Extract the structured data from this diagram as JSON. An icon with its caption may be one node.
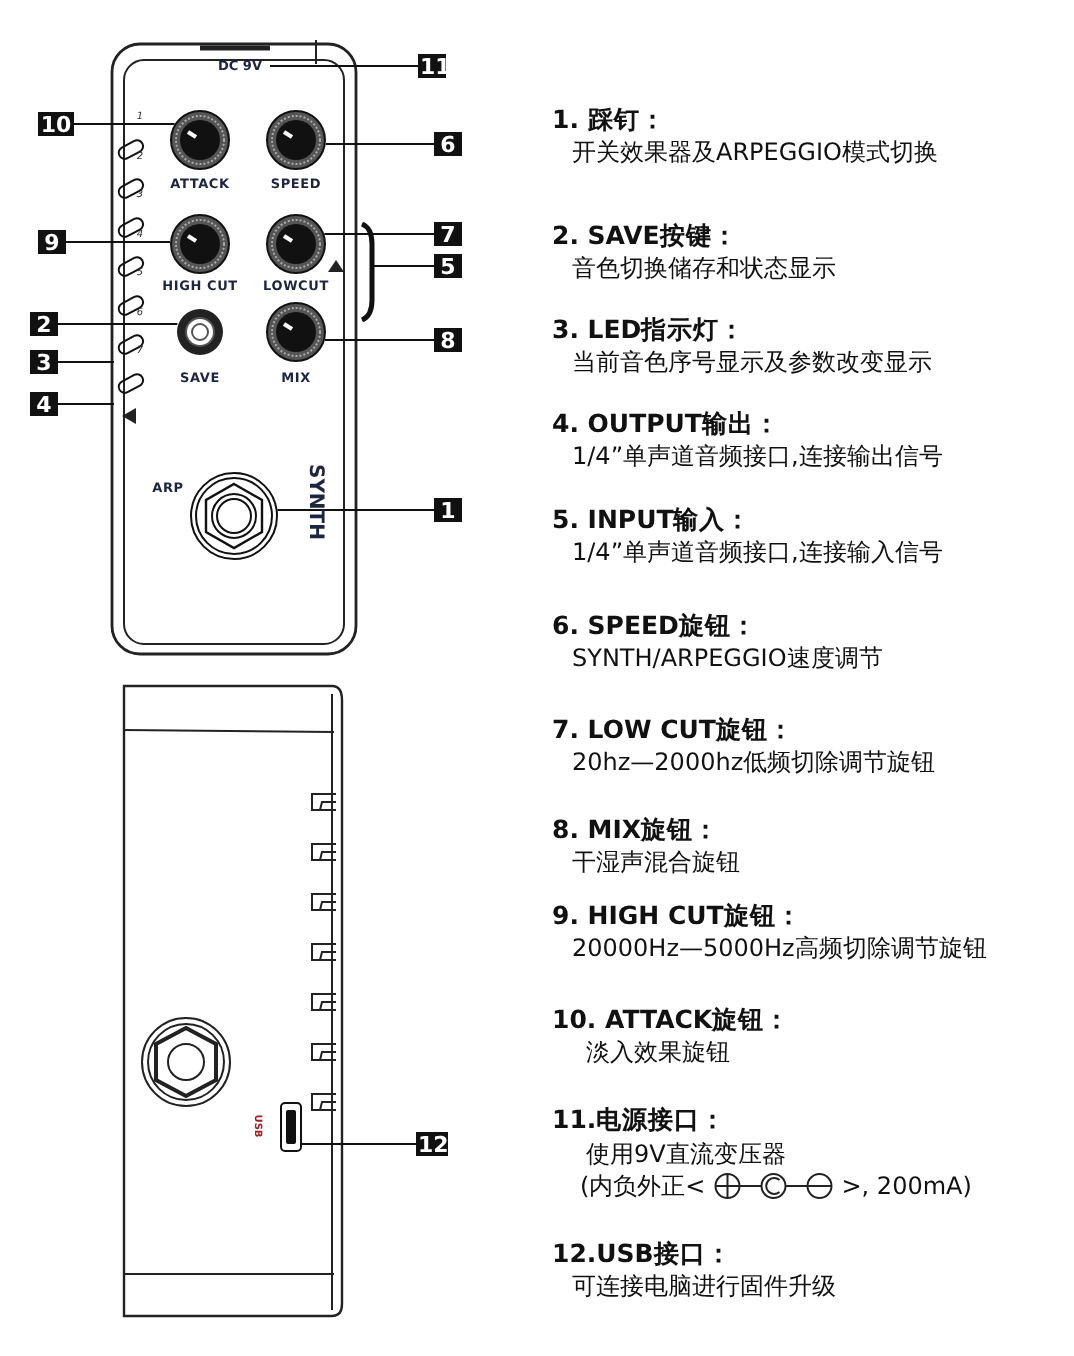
{
  "diagram": {
    "nodes": [
      {
        "text": [
          "11"
        ]
      },
      {
        "text": [
          "10"
        ]
      },
      {
        "text": [],
        "shape": "circle",
        "beside": [
          "ATTACK"
        ]
      },
      {
        "text": [
          "6"
        ]
      },
      {
        "text": [],
        "shape": "circle",
        "beside": [
          "SPEED"
        ]
      },
      {
        "text": [
          "9"
        ]
      },
      {
        "text": [],
        "shape": "circle",
        "beside": [
          "HIGH CUT"
        ]
      },
      {
        "text": [
          "7"
        ]
      },
      {
        "text": [],
        "shape": "circle",
        "beside": [
          "LOWCUT"
        ]
      },
      {
        "text": [
          "5"
        ]
      },
      {
        "text": [],
        "shape": "bar"
      },
      {
        "text": [
          "2"
        ]
      },
      {
        "text": [],
        "shape": "circle",
        "beside": [
          "SAVE"
        ]
      },
      {
        "text": [
          "8"
        ]
      },
      {
        "text": [],
        "shape": "circle",
        "beside": [
          "MIX"
        ]
      },
      {
        "text": [
          "3"
        ]
      },
      {
        "text": [],
        "shape": "bar"
      },
      {
        "text": [
          "4"
        ]
      },
      {
        "text": [
          "1"
        ]
      },
      {
        "text": [],
        "shape": "circle",
        "beside": [
          "ARP",
          "SYNTH"
        ]
      },
      {
        "text": [
          "12"
        ]
      },
      {
        "text": [],
        "shape": "box",
        "beside": [
          "USB"
        ]
      },
      {
        "text": [
          "DC 9V"
        ]
      }
    ],
    "edges": [
      {
        "from": 0,
        "to": 22,
        "arrow": "none"
      },
      {
        "from": 1,
        "to": 2,
        "arrow": "none"
      },
      {
        "from": 3,
        "to": 4,
        "arrow": "none"
      },
      {
        "from": 5,
        "to": 6,
        "arrow": "none"
      },
      {
        "from": 7,
        "to": 8,
        "arrow": "none"
      },
      {
        "from": 9,
        "to": 16,
        "arrow": "none"
      },
      {
        "from": 11,
        "to": 12,
        "arrow": "none"
      },
      {
        "from": 13,
        "to": 14,
        "arrow": "none"
      },
      {
        "from": 15,
        "to": 10,
        "arrow": "none"
      },
      {
        "from": 17,
        "to": 10,
        "arrow": "none"
      },
      {
        "from": 18,
        "to": 19,
        "arrow": "none"
      },
      {
        "from": 20,
        "to": 21,
        "arrow": "none"
      }
    ],
    "labels": [
      "1",
      "2",
      "3",
      "4",
      "5",
      "6",
      "7",
      "1. 踩钉：",
      "开关效果器及ARPEGGIO模式切换",
      "2. SAVE按键：",
      "音色切换储存和状态显示",
      "3. LED指示灯：",
      "当前音色序号显示及参数改变显示",
      "4. OUTPUT输出：",
      "1/4”单声道音频接口,连接输出信号",
      "5. INPUT输入：",
      "1/4”单声道音频接口,连接输入信号",
      "6. SPEED旋钮：",
      "SYNTH/ARPEGGIO速度调节",
      "7. LOW CUT旋钮：",
      "20hz—2000hz低频切除调节旋钮",
      "8. MIX旋钮：",
      "干湿声混合旋钮",
      "9. HIGH CUT旋钮：",
      "20000Hz—5000Hz高频切除调节旋钮",
      "10. ATTACK旋钮：",
      "淡入效果旋钮",
      "11.电源接口：",
      "使用9V直流变压器",
      "(内负外正<",
      ">, 200mA)",
      "12.USB接口：",
      "可连接电脑进行固件升级"
    ]
  }
}
